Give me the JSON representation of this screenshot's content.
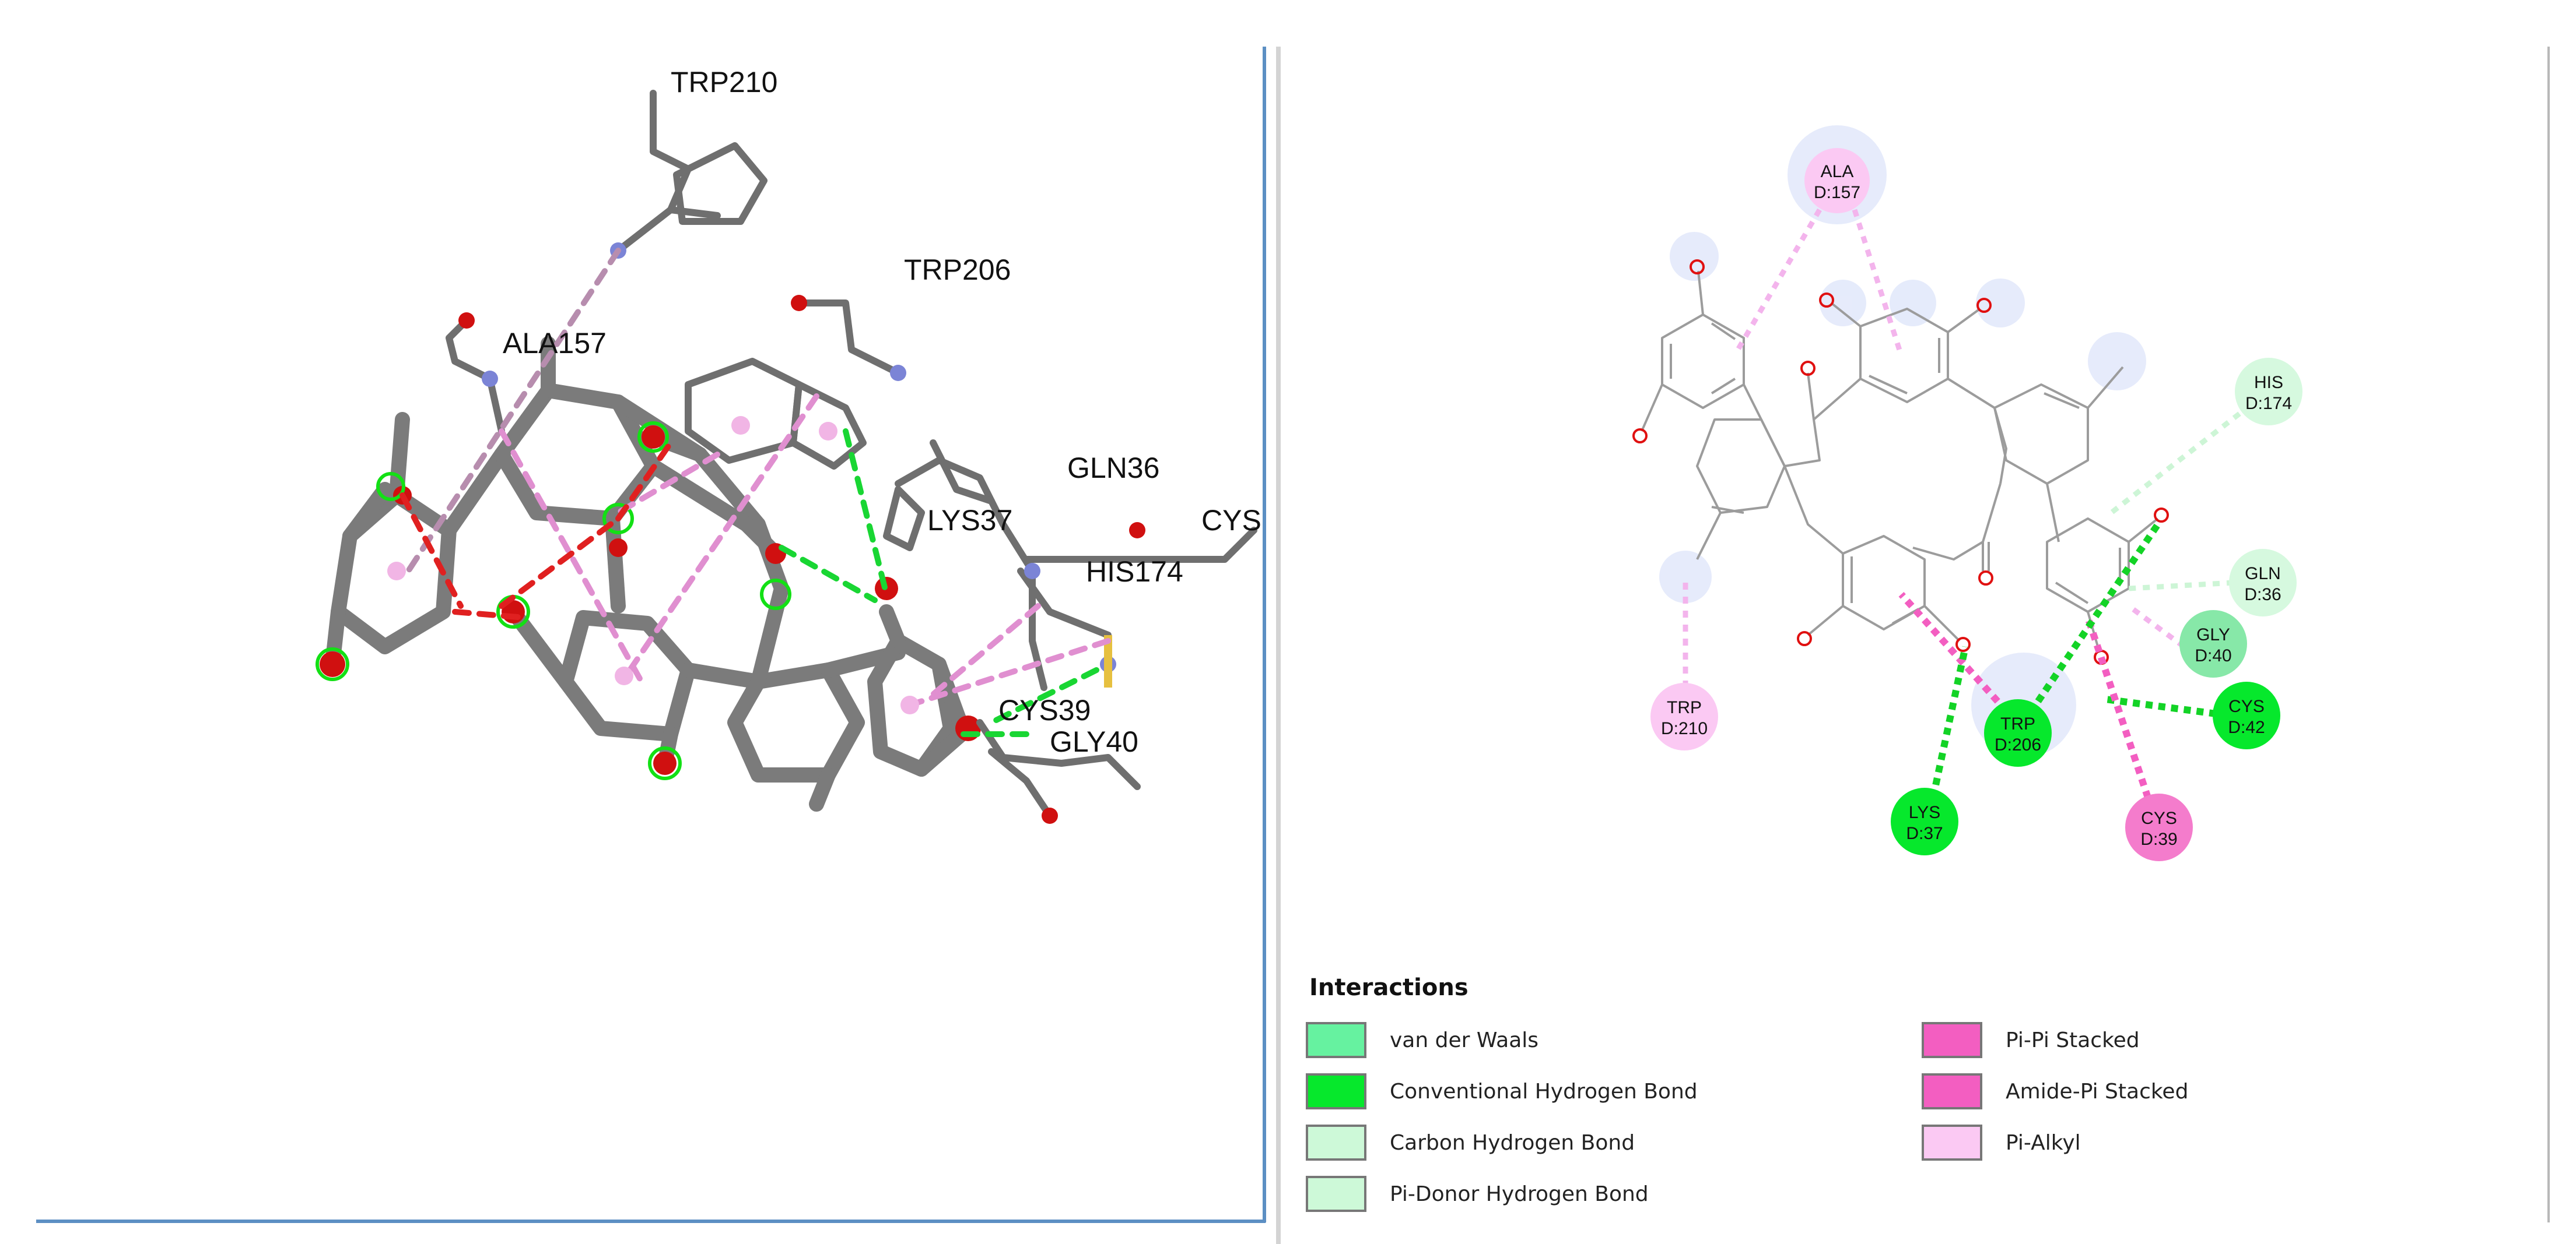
{
  "colors": {
    "van_der_waals": "#66f2a0",
    "conventional_hbond": "#06e82c",
    "carbon_hbond": "#cdf9d8",
    "pi_donor_hbond": "#cdf9d8",
    "pi_pi_stacked": "#f35ec1",
    "amide_pi_stacked": "#f35ec1",
    "pi_alkyl": "#fbc9f3",
    "panel_border": "#5c8fc3"
  },
  "view3d": {
    "labels": {
      "trp210": "TRP210",
      "trp206": "TRP206",
      "ala157": "ALA157",
      "gln36": "GLN36",
      "lys37": "LYS37",
      "cys": "CYS",
      "his174": "HIS174",
      "cys39": "CYS39",
      "gly40": "GLY40"
    }
  },
  "residues": [
    {
      "id": "ala157",
      "name": "ALA",
      "num": "D:157",
      "type": "pi_alkyl"
    },
    {
      "id": "his174",
      "name": "HIS",
      "num": "D:174",
      "type": "carbon_hbond"
    },
    {
      "id": "gln36",
      "name": "GLN",
      "num": "D:36",
      "type": "carbon_hbond"
    },
    {
      "id": "gly40",
      "name": "GLY",
      "num": "D:40",
      "type": "van_der_waals"
    },
    {
      "id": "cys42",
      "name": "CYS",
      "num": "D:42",
      "type": "conventional_hbond"
    },
    {
      "id": "cys39",
      "name": "CYS",
      "num": "D:39",
      "type": "pi_pi_stacked"
    },
    {
      "id": "trp206",
      "name": "TRP",
      "num": "D:206",
      "type": "conventional_hbond"
    },
    {
      "id": "lys37",
      "name": "LYS",
      "num": "D:37",
      "type": "conventional_hbond"
    },
    {
      "id": "trp210",
      "name": "TRP",
      "num": "D:210",
      "type": "pi_alkyl"
    }
  ],
  "legend": {
    "title": "Interactions",
    "items": [
      {
        "label": "van der Waals",
        "key": "van_der_waals"
      },
      {
        "label": "Conventional Hydrogen Bond",
        "key": "conventional_hbond"
      },
      {
        "label": "Carbon Hydrogen Bond",
        "key": "carbon_hbond"
      },
      {
        "label": "Pi-Donor Hydrogen Bond",
        "key": "pi_donor_hbond"
      },
      {
        "label": "Pi-Pi Stacked",
        "key": "pi_pi_stacked"
      },
      {
        "label": "Amide-Pi Stacked",
        "key": "amide_pi_stacked"
      },
      {
        "label": "Pi-Alkyl",
        "key": "pi_alkyl"
      }
    ]
  }
}
